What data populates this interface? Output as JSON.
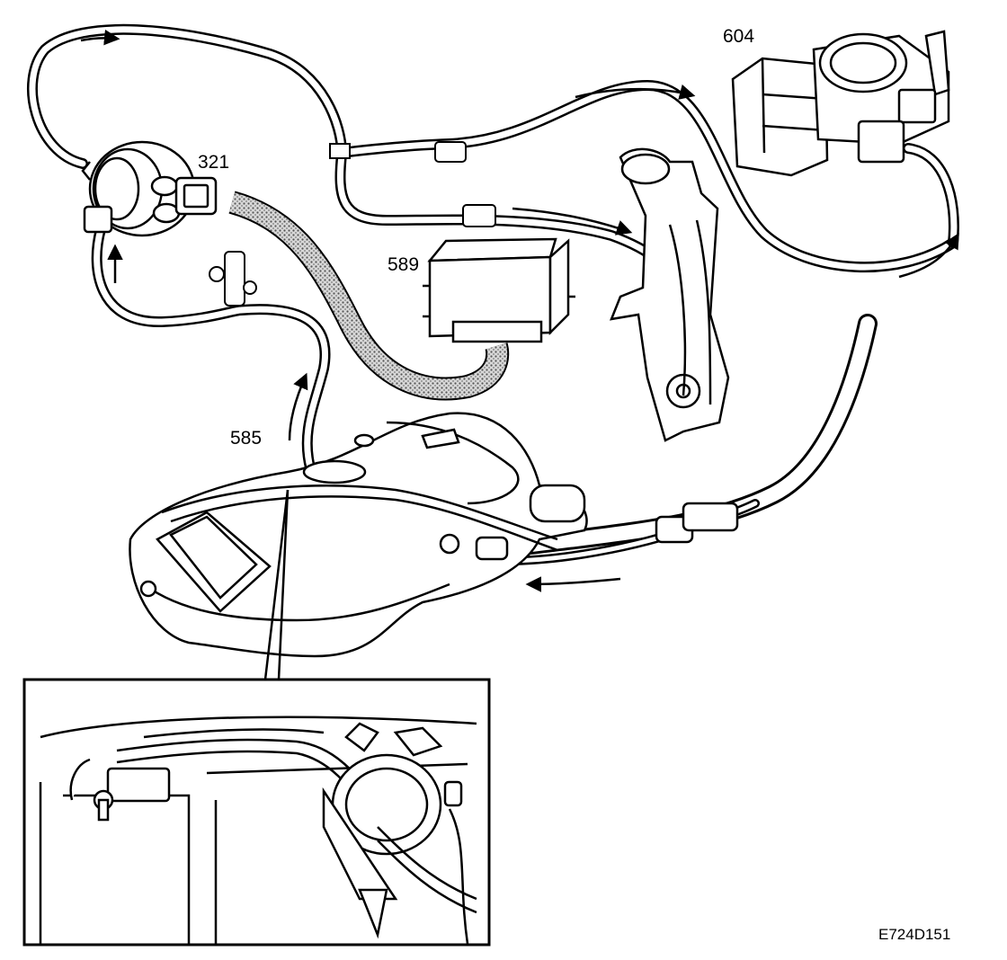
{
  "callouts": {
    "throttle_body": "604",
    "evap_valve": "321",
    "control_module": "589",
    "fuel_tank": "585"
  },
  "document_ref": "E724D151",
  "colors": {
    "line": "#000000",
    "background": "#ffffff",
    "hatch": "#9a9a9a"
  }
}
